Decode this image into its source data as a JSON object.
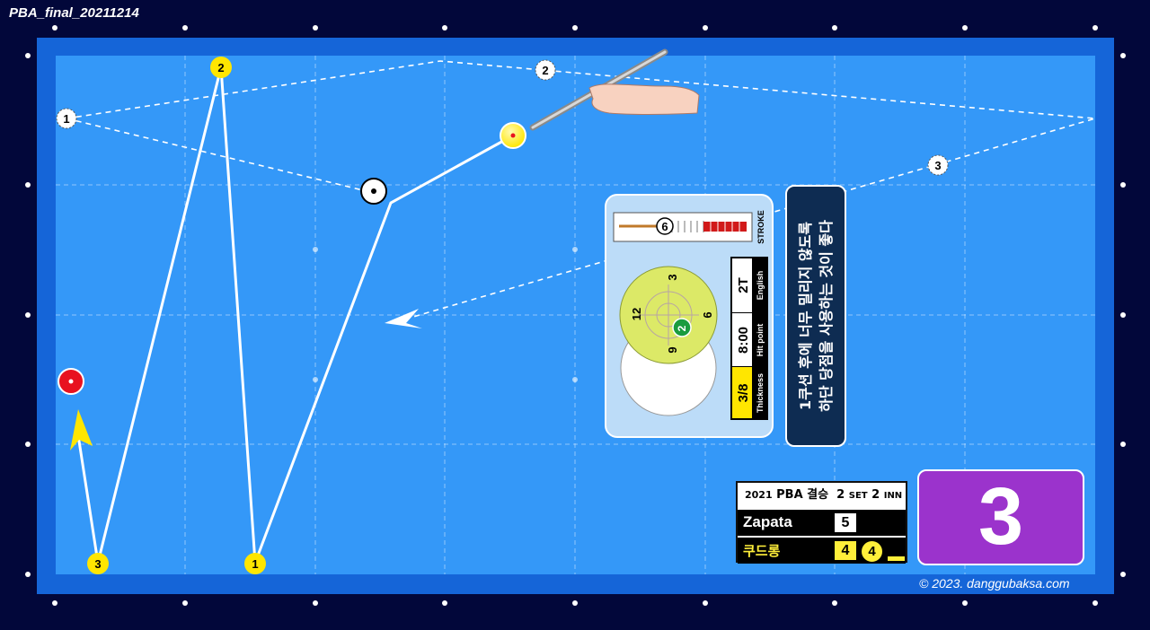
{
  "title": "PBA_final_20211214",
  "copyright": "© 2023. danggubaksa.com",
  "colors": {
    "outer_frame": "#02073a",
    "rail": "#1565d8",
    "cloth": "#3498f8",
    "cue_ball": "#ffef3a",
    "object_ball": "#ffffff",
    "red_ball": "#e8121f",
    "tip_box": "#0e2c52",
    "big_number_box": "#9b33cc"
  },
  "markers": {
    "path_1": "1",
    "path_2": "2",
    "path_3": "3",
    "ghost_1": "1",
    "ghost_2": "2",
    "ghost_3": "3"
  },
  "icons": [
    "hand-cue-icon",
    "arrow-head-icon"
  ],
  "stroke": {
    "label": "STROKE",
    "value": "6"
  },
  "aim": {
    "clock_labels": [
      "3",
      "6",
      "9",
      "12"
    ],
    "hit_marker": "2"
  },
  "params": [
    {
      "value": "2T",
      "label": "English"
    },
    {
      "value": "8:00",
      "label": "Hit point"
    },
    {
      "value": "3/8",
      "label": "Thickness"
    }
  ],
  "tip": {
    "line1": "1쿠션 후에 너무 밀리지 않도록",
    "line2": "하단 당점을 사용하는 것이 좋다"
  },
  "scoreboard": {
    "year": "2021",
    "event": "PBA 결승",
    "set_num": "2",
    "set_label": "SET",
    "inn_num": "2",
    "inn_label": "INN",
    "players": [
      {
        "name": "Zapata",
        "score": "5"
      },
      {
        "name": "쿠드롱",
        "score": "4",
        "inning": "4"
      }
    ]
  },
  "big_number": "3"
}
